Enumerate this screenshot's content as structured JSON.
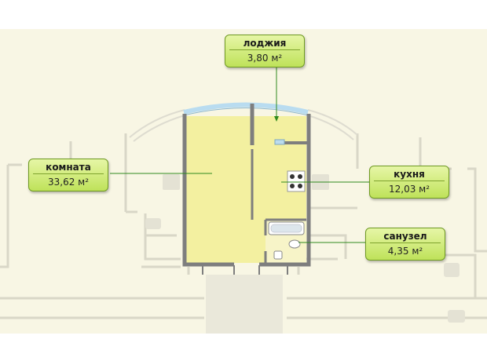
{
  "rooms": {
    "loggia": {
      "name": "лоджия",
      "area": "3,80 м²"
    },
    "room": {
      "name": "комната",
      "area": "33,62 м²"
    },
    "kitchen": {
      "name": "кухня",
      "area": "12,03 м²"
    },
    "bathroom": {
      "name": "санузел",
      "area": "4,35 м²"
    }
  },
  "colors": {
    "background_plan": "#f8f6e4",
    "unit_fill": "#f3f0a0",
    "walls": "#7e7e7e",
    "glazing": "#b9dcf0",
    "callout_border": "#6f9a22",
    "leader_line": "#2f8a1e"
  }
}
